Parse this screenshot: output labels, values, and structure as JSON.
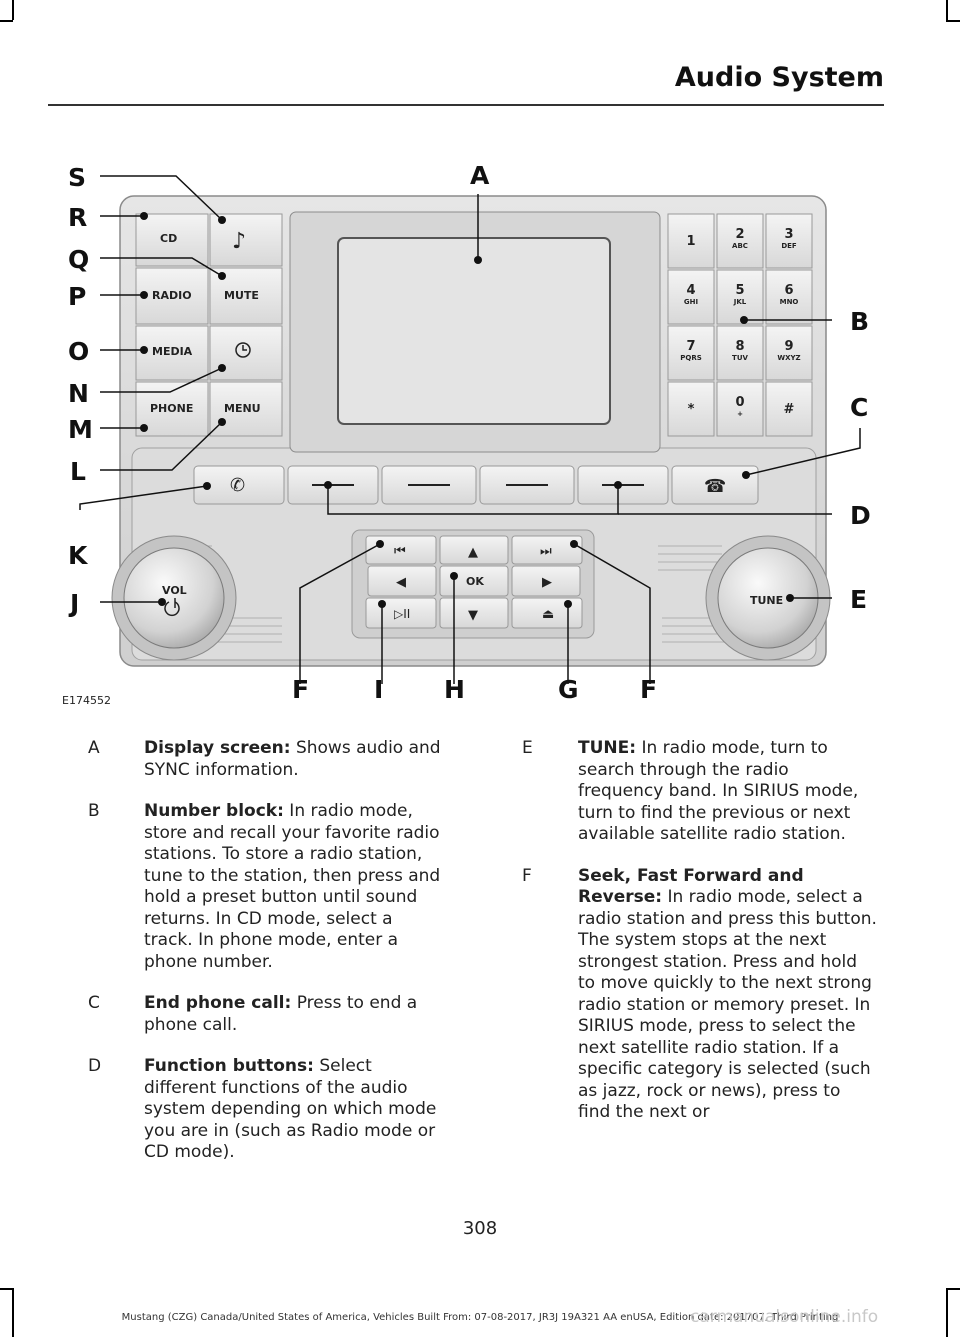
{
  "page": {
    "title": "Audio System",
    "page_number": "308",
    "footer": "Mustang (CZG) Canada/United States of America, Vehicles Built From: 07-08-2017, JR3J 19A321 AA enUSA, Edition date: 201707, Third Printing",
    "watermark": "carmanualsonline.info"
  },
  "figure": {
    "code": "E174552",
    "callouts": {
      "A": "A",
      "B": "B",
      "C": "C",
      "D": "D",
      "E": "E",
      "F1": "F",
      "F2": "F",
      "G": "G",
      "H": "H",
      "I": "I",
      "J": "J",
      "K": "K",
      "L": "L",
      "M": "M",
      "N": "N",
      "O": "O",
      "P": "P",
      "Q": "Q",
      "R": "R",
      "S": "S"
    },
    "buttons": {
      "cd": "CD",
      "radio": "RADIO",
      "mute": "MUTE",
      "media": "MEDIA",
      "phone": "PHONE",
      "menu": "MENU",
      "ok": "OK",
      "vol": "VOL",
      "tune": "TUNE"
    },
    "keypad": [
      {
        "num": "1",
        "sub": ""
      },
      {
        "num": "2",
        "sub": "ABC"
      },
      {
        "num": "3",
        "sub": "DEF"
      },
      {
        "num": "4",
        "sub": "GHI"
      },
      {
        "num": "5",
        "sub": "JKL"
      },
      {
        "num": "6",
        "sub": "MNO"
      },
      {
        "num": "7",
        "sub": "PQRS"
      },
      {
        "num": "8",
        "sub": "TUV"
      },
      {
        "num": "9",
        "sub": "WXYZ"
      },
      {
        "num": "*",
        "sub": ""
      },
      {
        "num": "0",
        "sub": "+"
      },
      {
        "num": "#",
        "sub": ""
      }
    ]
  },
  "entries_left": [
    {
      "letter": "A",
      "term": "Display screen:",
      "text": " Shows audio and SYNC information."
    },
    {
      "letter": "B",
      "term": "Number block:",
      "text": " In radio mode, store and recall your favorite radio stations. To store a radio station, tune to the station, then press and hold a preset button until sound returns. In CD mode, select a track. In phone mode, enter a phone number."
    },
    {
      "letter": "C",
      "term": "End phone call:",
      "text": " Press to end a phone call."
    },
    {
      "letter": "D",
      "term": "Function buttons:",
      "text": " Select different functions of the audio system depending on which mode you are in (such as Radio mode or CD mode)."
    }
  ],
  "entries_right": [
    {
      "letter": "E",
      "term": "TUNE:",
      "text": " In radio mode, turn to search through the radio frequency band. In SIRIUS mode, turn to find the previous or next available satellite radio station."
    },
    {
      "letter": "F",
      "term": "Seek, Fast Forward and Reverse:",
      "text": " In radio mode, select a radio station and press this button. The system stops at the next strongest station. Press and hold to move quickly to the next strong radio station or memory preset. In SIRIUS mode, press to select the next satellite radio station. If a specific category is selected (such as jazz, rock or news), press to find the next or"
    }
  ]
}
